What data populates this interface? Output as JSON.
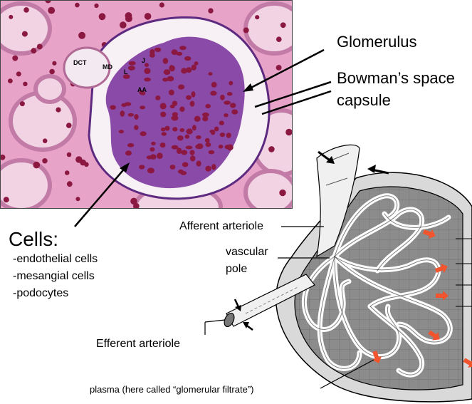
{
  "micrograph": {
    "labels": {
      "dct": "DCT",
      "md": "MD",
      "l": "L",
      "j": "J",
      "aa": "AA"
    },
    "colors": {
      "stain_pink": "#e7a3c8",
      "nucleus": "#8a1840",
      "matrix": "#7f3fa0",
      "space": "#f7f1f6"
    }
  },
  "labels": {
    "glomerulus": "Glomerulus",
    "bowman_line1": "Bowman’s space",
    "bowman_line2": "capsule",
    "afferent": "Afferent arteriole",
    "vascular_line1": "vascular",
    "vascular_line2": "pole",
    "efferent": "Efferent arteriole",
    "plasma": "plasma (here called “glomerular filtrate”)"
  },
  "cells": {
    "title": "Cells:",
    "items": [
      "-endothelial cells",
      "-mesangial cells",
      "-podocytes"
    ]
  },
  "diagram_colors": {
    "tuft_fill": "#9a9a9a",
    "capillary": "#ffffff",
    "flow_arrow": "#f2542d"
  }
}
